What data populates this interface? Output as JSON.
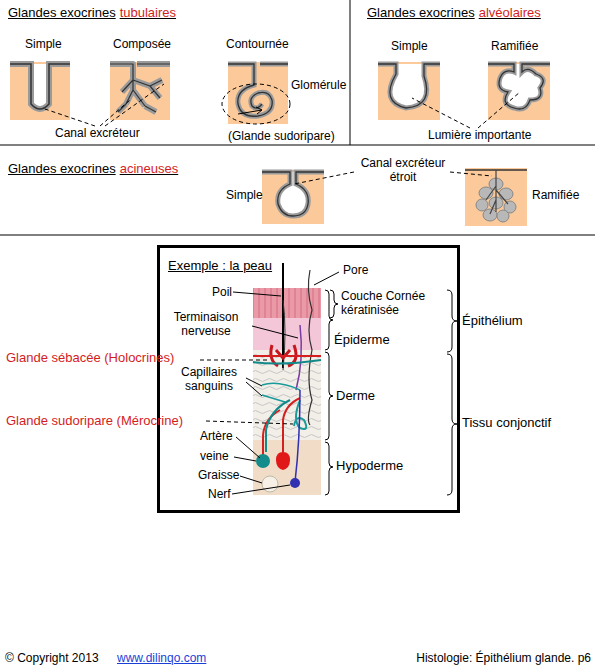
{
  "diagram": {
    "nodes": [
      {
        "text": [
          "Glandes exocrines",
          "tubulaires"
        ]
      },
      {
        "text": [
          "Glandes exocrines",
          "alvéolaires"
        ]
      },
      {
        "text": [
          "Glandes exocrines",
          "acineuses"
        ]
      },
      {
        "text": [
          "Exemple : la peau"
        ]
      }
    ],
    "labels": [
      "Simple",
      "Composée",
      "Contournée",
      "Glomérule",
      "Canal excréteur",
      "(Glande sudoripare)",
      "Simple",
      "Ramifiée",
      "Lumière importante",
      "Simple",
      "Canal excréteur étroit",
      "Ramifiée",
      "Poil",
      "Pore",
      "Couche Cornée kératinisée",
      "Terminaison nerveuse",
      "Épiderme",
      "Épithélium",
      "Glande sébacée  (Holocrines)",
      "Capillaires sanguins",
      "Derme",
      "Glande sudoripare  (Mérocrine)",
      "Tissu conjonctif",
      "Artère",
      "veine",
      "Graisse",
      "Hypoderme",
      "Nerf",
      "© Copyright 2013",
      "www.dilinqo.com",
      "Histologie: Épithélium glande. p6"
    ]
  }
}
